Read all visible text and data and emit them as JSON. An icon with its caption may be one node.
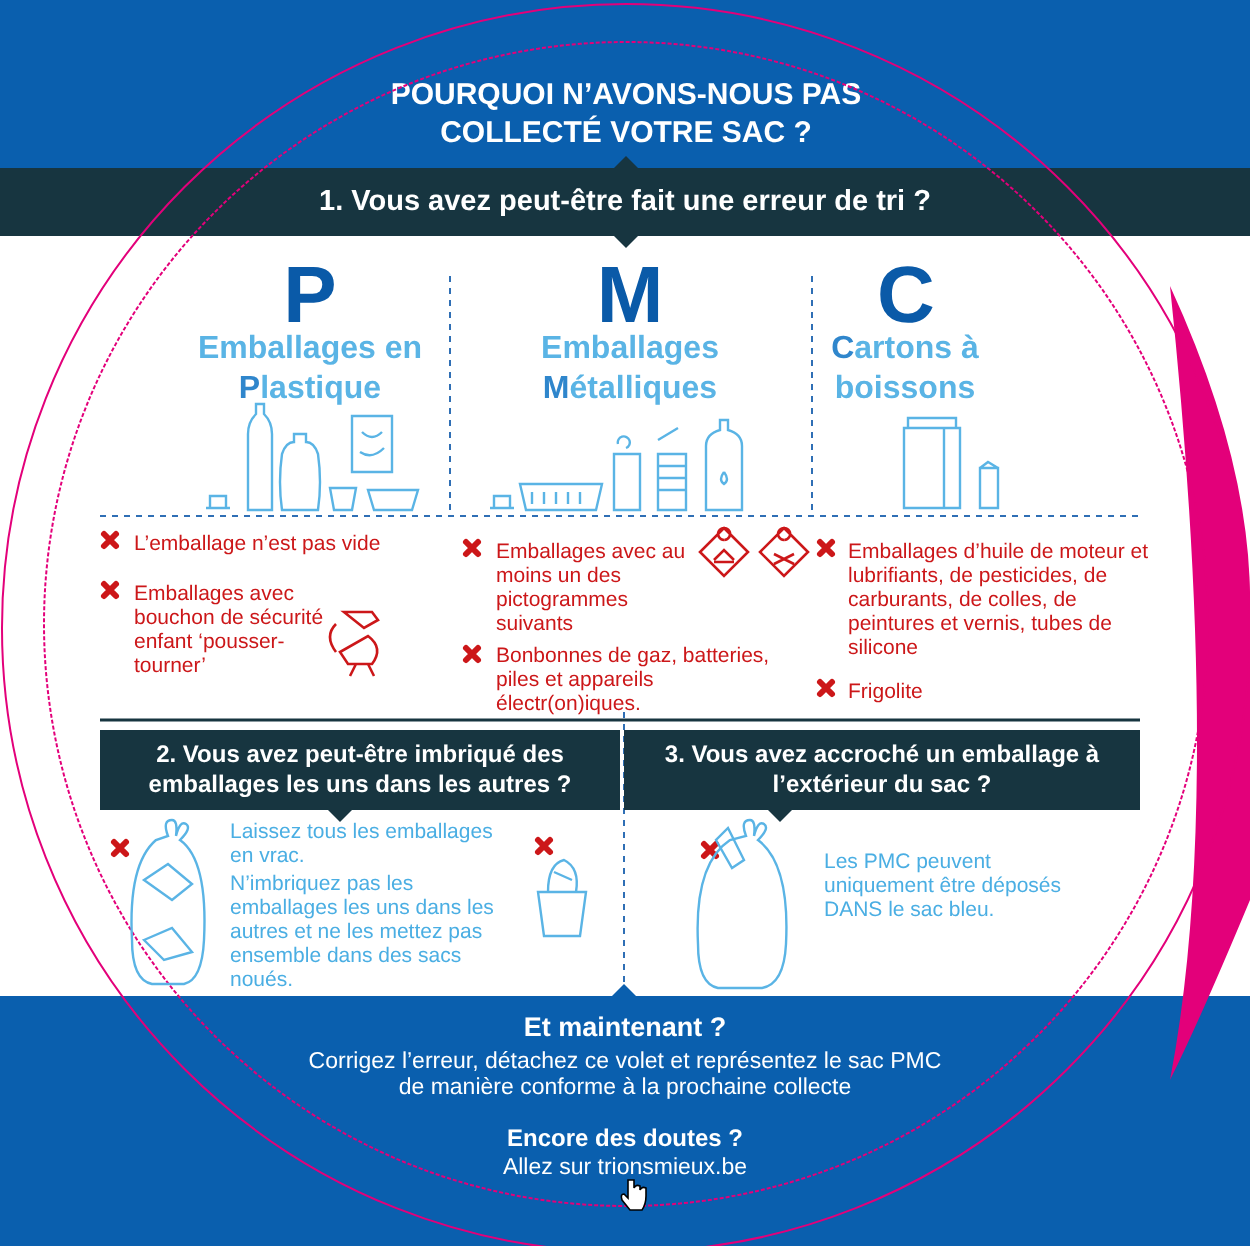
{
  "diagram": {
    "title": "POURQUOI N’AVONS-NOUS PAS COLLECTÉ VOTRE SAC ?",
    "nodes": [
      {
        "text": [
          "1. Vous avez peut-être fait une erreur de tri ?"
        ]
      },
      {
        "text": [
          "2. Vous avez peut-être imbriqué des emballages les uns dans les autres ?"
        ]
      },
      {
        "text": [
          "3. Vous avez accroché un emballage à l’extérieur du sac ?"
        ]
      },
      {
        "text": [
          "Et maintenant ?",
          "Corrigez l’erreur, détachez ce volet et représentez le sac PMC de manière conforme à la prochaine collecte",
          "Encore des doutes ?",
          "Allez sur trionsmieux.be"
        ]
      }
    ],
    "labels": [
      "P",
      "Emballages en **P**lastique",
      "M",
      "Emballages **M**étalliques",
      "C",
      "**C**artons à boissons",
      "L’emballage n’est pas vide",
      "Emballages avec bouchon de sécurité enfant ‘pousser-tourner’",
      "Emballages avec au moins un des pictogrammes suivants",
      "Bonbonnes de gaz, batteries, piles et appareils électr(on)iques.",
      "Emballages d’huile de moteur et lubrifiants, de pesticides, de carburants, de colles, de peintures et vernis, tubes de silicone",
      "Frigolite",
      "Laissez tous les emballages en vrac.",
      "N’imbriquez pas les emballages les uns dans les autres et ne les mettez pas ensemble dans des sacs noués.",
      "Les PMC peuvent uniquement être déposés DANS le sac bleu."
    ]
  }
}
